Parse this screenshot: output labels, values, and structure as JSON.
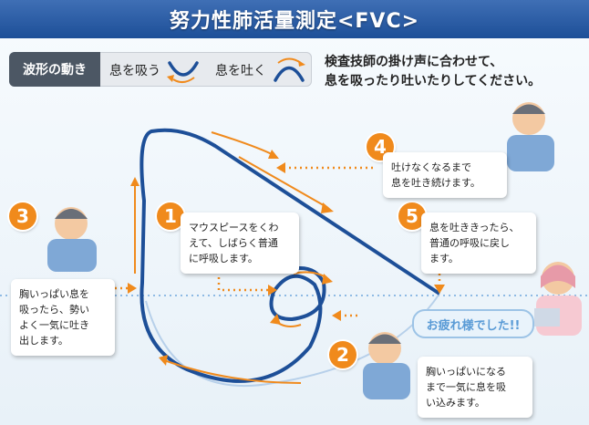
{
  "title": "努力性肺活量測定<FVC>",
  "legend": {
    "label": "波形の動き",
    "inhale": "息を吸う",
    "exhale": "息を吐く"
  },
  "instruction": "検査技師の掛け声に合わせて、\n息を吸ったり吐いたりしてください。",
  "steps": [
    {
      "num": "1",
      "text": "マウスピースをくわ\nえて、しばらく普通\nに呼吸します。"
    },
    {
      "num": "2",
      "text": "胸いっぱいになる\nまで一気に息を吸\nい込みます。"
    },
    {
      "num": "3",
      "text": "胸いっぱい息を\n吸ったら、勢い\nよく一気に吐き\n出します。"
    },
    {
      "num": "4",
      "text": "吐けなくなるまで\n息を吐き続けます。"
    },
    {
      "num": "5",
      "text": "息を吐ききったら、\n普通の呼吸に戻し\nます。"
    }
  ],
  "done": "お疲れ様でした!!",
  "colors": {
    "primary": "#1d4f98",
    "accent": "#f08a1c",
    "baseline": "#6fa6dc"
  }
}
